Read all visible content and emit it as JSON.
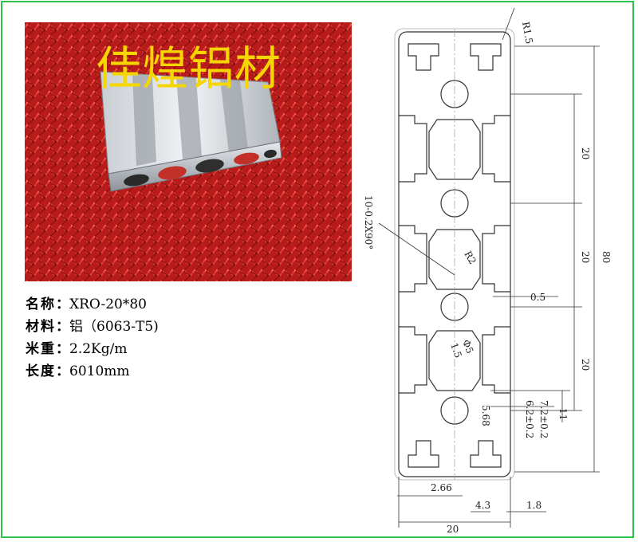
{
  "photo": {
    "brand_text": "佳煌铝材"
  },
  "specs": [
    {
      "label": "名称",
      "value": "XRO-20*80"
    },
    {
      "label": "材料",
      "value": "铝（6063-T5)"
    },
    {
      "label": "米重",
      "value": "2.2Kg/m"
    },
    {
      "label": "长度",
      "value": "6010mm"
    }
  ],
  "drawing": {
    "dims": {
      "r15": "R1.5",
      "d20a": "20",
      "d20b": "20",
      "d20c": "20",
      "d80": "80",
      "r2": "R2",
      "slot_angle": "10-0.2X90°",
      "d05": "0.5",
      "phi5": "Φ5",
      "d1_5": "1.5",
      "d5_68": "5.68",
      "d7_2": "7.2±0.2",
      "d6_2": "6.2±0.2",
      "d11": "11",
      "d2_66": "2.66",
      "d4_3": "4.3",
      "d1_8": "1.8",
      "width20": "20"
    }
  },
  "colors": {
    "frame": "#2ec24a",
    "brand": "#f5d600",
    "carpet": "#c8231f"
  }
}
